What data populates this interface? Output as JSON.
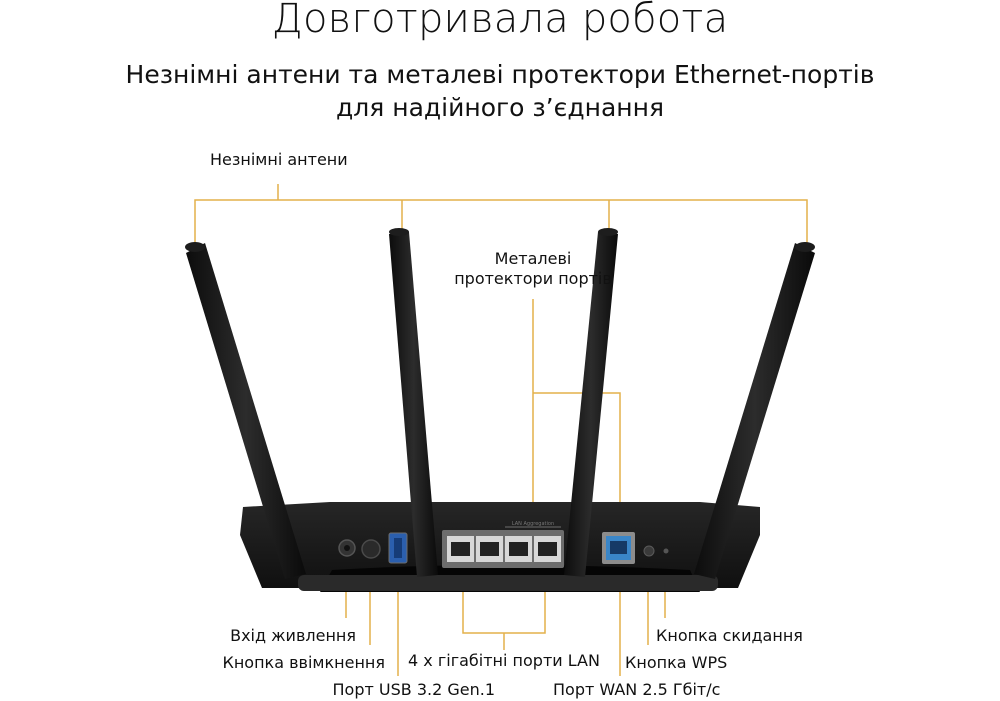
{
  "title": "Довготривала робота",
  "subtitle_line1": "Незнімні антени та металеві протектори Ethernet-портів",
  "subtitle_line2": "для надійного з’єднання",
  "labels": {
    "antennas": "Незнімні антени",
    "protectors_line1": "Металеві",
    "protectors_line2": "протектори портів",
    "power_in": "Вхід живлення",
    "power_button": "Кнопка ввімкнення",
    "usb_port": "Порт USB 3.2 Gen.1",
    "lan_ports": "4 x гігабітні порти LAN",
    "wan_port": "Порт WAN 2.5 Гбіт/с",
    "wps_button": "Кнопка WPS",
    "reset_button": "Кнопка скидання",
    "lan_aggregation": "LAN Aggregation"
  },
  "colors": {
    "leader_line": "#e3b14a",
    "router_body": "#1a1a1a",
    "wan_port": "#3a86c8"
  }
}
